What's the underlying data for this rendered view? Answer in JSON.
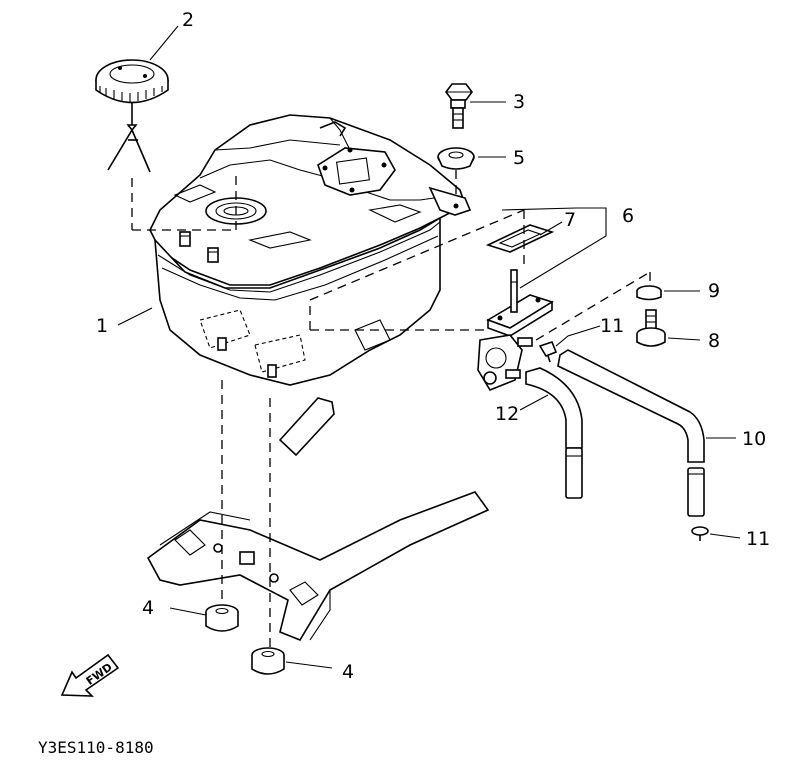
{
  "callouts": {
    "c1": "1",
    "c2": "2",
    "c3": "3",
    "c4a": "4",
    "c4b": "4",
    "c5": "5",
    "c6": "6",
    "c7": "7",
    "c8": "8",
    "c9": "9",
    "c10": "10",
    "c11a": "11",
    "c11b": "11",
    "c12": "12"
  },
  "fwd_label": "FWD",
  "drawing_code": "Y3ES110-8180"
}
